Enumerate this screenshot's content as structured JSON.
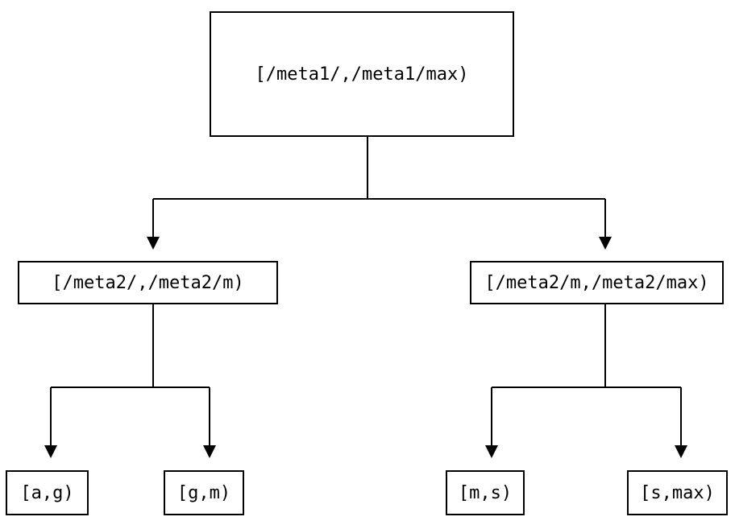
{
  "diagram": {
    "type": "tree",
    "background_color": "#ffffff",
    "line_color": "#000000",
    "nodes": {
      "root": {
        "label": "[/meta1/,/meta1/max)"
      },
      "left": {
        "label": "[/meta2/,/meta2/m)"
      },
      "right": {
        "label": "[/meta2/m,/meta2/max)"
      },
      "leaf_ag": {
        "label": "[a,g)"
      },
      "leaf_gm": {
        "label": "[g,m)"
      },
      "leaf_ms": {
        "label": "[m,s)"
      },
      "leaf_smax": {
        "label": "[s,max)"
      }
    },
    "edges": [
      {
        "from": "root",
        "to": "left"
      },
      {
        "from": "root",
        "to": "right"
      },
      {
        "from": "left",
        "to": "leaf_ag"
      },
      {
        "from": "left",
        "to": "leaf_gm"
      },
      {
        "from": "right",
        "to": "leaf_ms"
      },
      {
        "from": "right",
        "to": "leaf_smax"
      }
    ]
  }
}
